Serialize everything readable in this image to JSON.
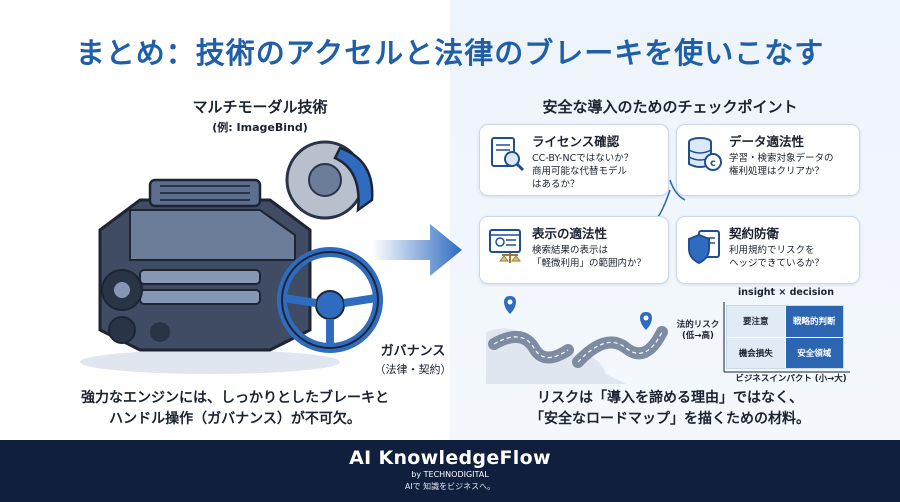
{
  "title": "まとめ：技術のアクセルと法律のブレーキを使いこなす",
  "left": {
    "heading": "マルチモーダル技術",
    "subheading": "(例: ImageBind)",
    "governance_label": "ガバナンス",
    "governance_sub": "（法律・契約）",
    "caption_line1": "強力なエンジンには、しっかりとしたブレーキと",
    "caption_line2": "ハンドル操作（ガバナンス）が不可欠。"
  },
  "right": {
    "heading": "安全な導入のためのチェックポイント",
    "cards": [
      {
        "title": "ライセンス確認",
        "desc": "CC-BY-NCではないか？\n商用可能な代替モデル\nはあるか？",
        "icon": "document-search-icon"
      },
      {
        "title": "データ適法性",
        "desc": "学習・検索対象データの\n権利処理はクリアか？",
        "icon": "database-copyright-icon"
      },
      {
        "title": "表示の適法性",
        "desc": "検索結果の表示は\n「軽微利用」の範囲内か？",
        "icon": "browser-scale-icon"
      },
      {
        "title": "契約防衛",
        "desc": "利用規約でリスクを\nヘッジできているか？",
        "icon": "shield-document-icon"
      }
    ],
    "matrix": {
      "title": "insight × decision",
      "y_label": "法的リスク\n(低→高)",
      "x_label": "ビジネスインパクト (小→大)",
      "cells": [
        "要注意",
        "戦略的判断",
        "機会損失",
        "安全領域"
      ]
    },
    "caption_line1": "リスクは「導入を諦める理由」ではなく、",
    "caption_line2": "「安全なロードマップ」を描くための材料。"
  },
  "footer": {
    "brand": "AI KnowledgeFlow",
    "by": "by TECHNODIGITAL",
    "tagline": "AIで 知識をビジネスへ。"
  },
  "colors": {
    "accent": "#1f5fa8",
    "matrix_dark": "#2c66b3",
    "matrix_light": "#e1ebf6",
    "footer_bg": "#0f1f3d"
  }
}
